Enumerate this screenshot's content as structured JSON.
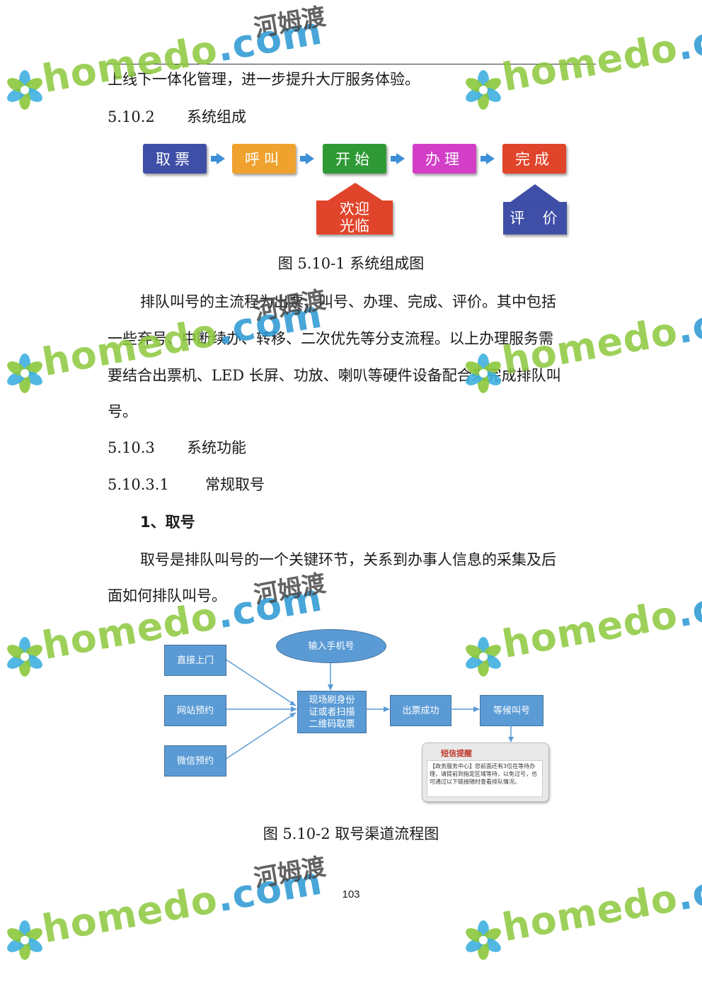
{
  "page": {
    "intro_line": "上线下一体化管理，进一步提升大厅服务体验。",
    "sec_5_10_2": {
      "num": "5.10.2",
      "title": "系统组成"
    },
    "fig1": {
      "steps": [
        "取票",
        "呼叫",
        "开始",
        "办理",
        "完成"
      ],
      "step_colors": [
        "#3f4fa8",
        "#f0a22e",
        "#2f9a35",
        "#d23fc6",
        "#e0442a"
      ],
      "welcome_line1": "欢迎",
      "welcome_line2": "光临",
      "evaluate": "评  价",
      "caption": "图 5.10-1 系统组成图"
    },
    "para1_lines": [
      "排队叫号的主流程为出票、叫号、办理、完成、评价。其中包括",
      "一些弃号、中断续办、转移、二次优先等分支流程。以上办理服务需",
      "要结合出票机、LED 长屏、功放、喇叭等硬件设备配合来完成排队叫",
      "号。"
    ],
    "sec_5_10_3": {
      "num": "5.10.3",
      "title": "系统功能"
    },
    "sec_5_10_3_1": {
      "num": "5.10.3.1",
      "title": "常规取号"
    },
    "sub1": "1、取号",
    "para2_lines": [
      "取号是排队叫号的一个关键环节，关系到办事人信息的采集及后",
      "面如何排队叫号。"
    ],
    "fig2": {
      "input_phone": "输入手机号",
      "door": "直接上门",
      "web": "网站预约",
      "wechat": "微信预约",
      "scan_l1": "现场刷身份",
      "scan_l2": "证或者扫描",
      "scan_l3": "二维码取票",
      "ticket_ok": "出票成功",
      "wait": "等候叫号",
      "sms_title": "短信提醒",
      "sms_body": "【政务服务中心】您前面还有3位在等待办理，请提前到指定区域等待，以免过号，也可通过以下链接随时查看排队情况。",
      "caption": "图 5.10-2 取号渠道流程图"
    },
    "page_number": "103"
  },
  "watermark": {
    "brand_a": "homedo",
    "brand_b": ".com",
    "brand_cn": "河姆渡"
  }
}
